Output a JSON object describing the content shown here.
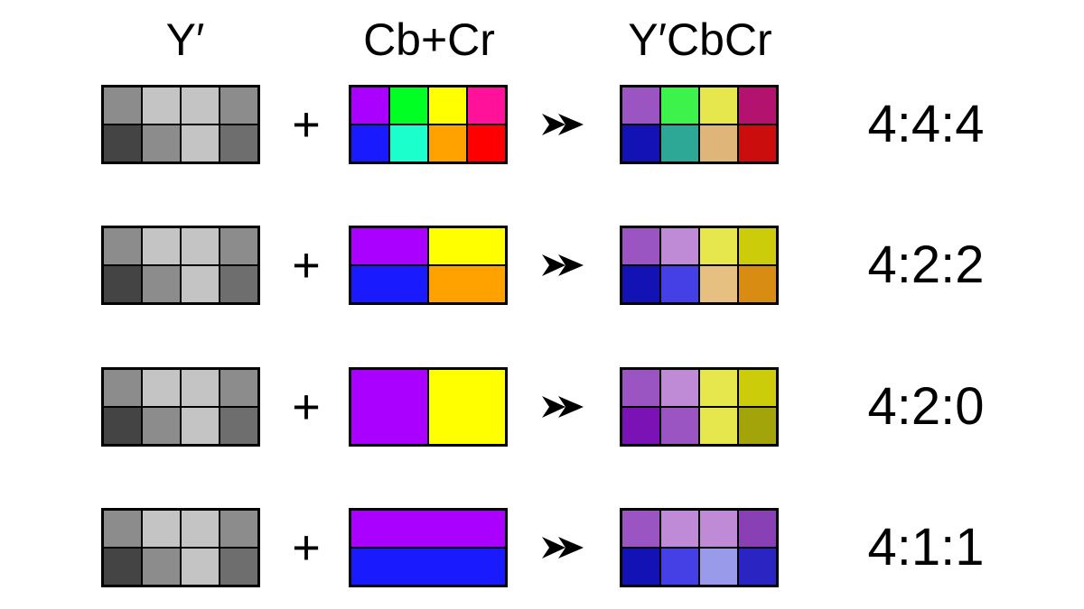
{
  "headers": {
    "luma": "Y′",
    "chroma": "Cb+Cr",
    "result": "Y′CbCr"
  },
  "plus_symbol": "+",
  "arrow_icon": "double-arrowhead-right",
  "luma_grid": [
    "#8c8c8c",
    "#c4c4c4",
    "#c4c4c4",
    "#8c8c8c",
    "#444444",
    "#8c8c8c",
    "#c4c4c4",
    "#6e6e6e"
  ],
  "rows": [
    {
      "ratio": "4:4:4",
      "chroma": {
        "cols": 4,
        "rows": 2,
        "cells": [
          "#aa00ff",
          "#00ff22",
          "#ffff00",
          "#ff1199",
          "#1a1aff",
          "#1affcc",
          "#ffa200",
          "#ff0000"
        ]
      },
      "result": [
        "#9a55c2",
        "#3df24a",
        "#e6e64d",
        "#b3126e",
        "#1212b5",
        "#2ea896",
        "#e0b57a",
        "#cc0d0d"
      ]
    },
    {
      "ratio": "4:2:2",
      "chroma": {
        "cols": 2,
        "rows": 2,
        "cells": [
          "#aa00ff",
          "#ffff00",
          "#1a1aff",
          "#ffa200"
        ]
      },
      "result": [
        "#9a55c2",
        "#bf8ad6",
        "#e6e64d",
        "#cccc0a",
        "#1212b5",
        "#4540e6",
        "#e6c080",
        "#d98c12"
      ]
    },
    {
      "ratio": "4:2:0",
      "chroma": {
        "cols": 2,
        "rows": 1,
        "cells": [
          "#aa00ff",
          "#ffff00"
        ]
      },
      "result": [
        "#9a55c2",
        "#bf8ad6",
        "#e6e64d",
        "#cccc0a",
        "#7a12b5",
        "#9a55c2",
        "#e6e64d",
        "#a3a30a"
      ]
    },
    {
      "ratio": "4:1:1",
      "chroma": {
        "cols": 1,
        "rows": 2,
        "cells": [
          "#aa00ff",
          "#1a1aff"
        ]
      },
      "result": [
        "#9a55c2",
        "#bf8ad6",
        "#bf8ad6",
        "#8a40b5",
        "#1212b5",
        "#4540e6",
        "#9a9aeb",
        "#2a24c2"
      ]
    }
  ]
}
